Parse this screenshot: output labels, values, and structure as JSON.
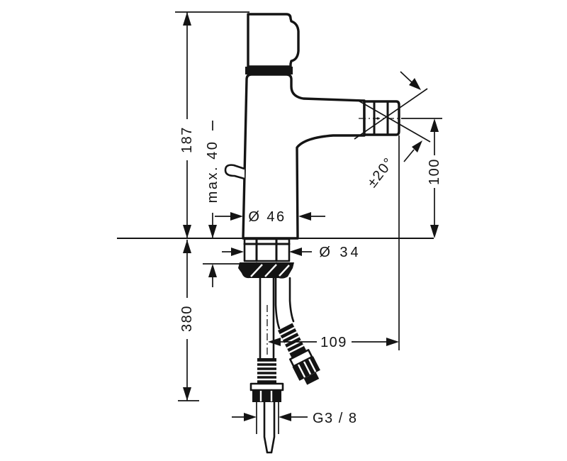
{
  "drawing": {
    "title": "bidet mixer installation dimension diagram",
    "background": "#ffffff",
    "ink": "#141414",
    "dims": {
      "total_height": "187",
      "max_deck": "max. 40",
      "body_dia": "Ø 46",
      "shank_dia": "Ø 34",
      "hose_drop": "380",
      "spout_reach": "109",
      "thread": "G3 / 8",
      "swivel_angle": "±20°",
      "spout_height": "100"
    }
  }
}
